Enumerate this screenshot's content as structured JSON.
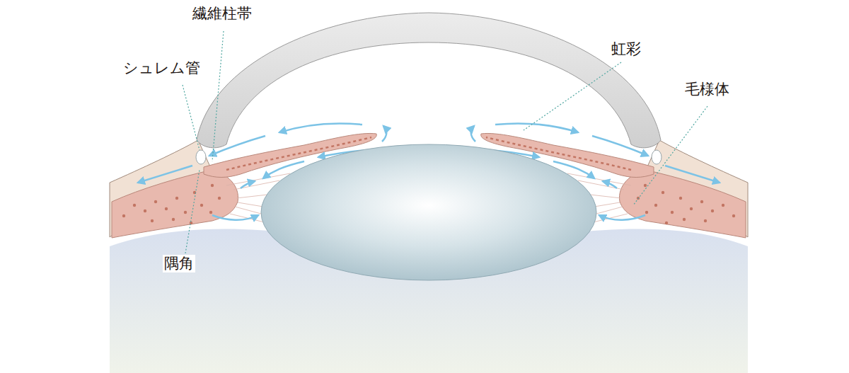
{
  "diagram": {
    "labels": [
      "繊維柱帯",
      "シュレム管",
      "隅角",
      "虹彩",
      "毛様体"
    ]
  }
}
